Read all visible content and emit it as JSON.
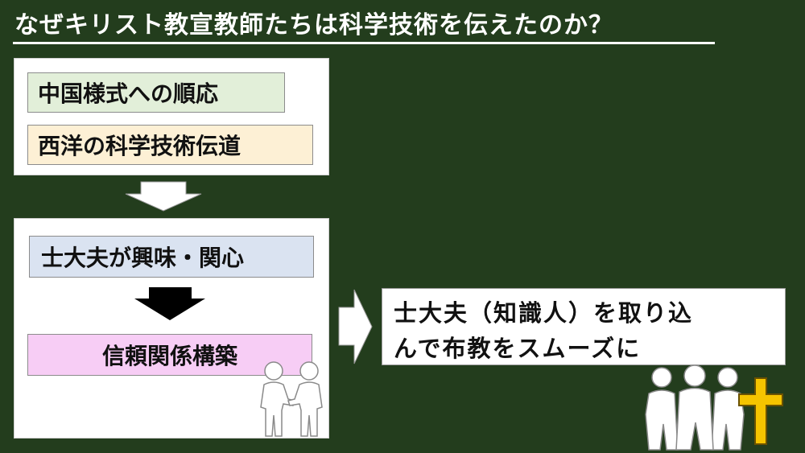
{
  "title": "なぜキリスト教宣教師たちは科学技術を伝えたのか？",
  "panel_top": {
    "item1": "中国様式への順応",
    "item2": "西洋の科学技術伝道"
  },
  "panel_bottom": {
    "item1": "士大夫が興味・関心",
    "item2": "信頼関係構築"
  },
  "result": {
    "line1": "士大夫（知識人）を取り込",
    "line2": "んで布教をスムーズに"
  },
  "colors": {
    "background": "#233d1d",
    "box_green": "#e2efd9",
    "box_peach": "#fdf0d5",
    "box_blue": "#dae3f1",
    "box_pink": "#f7cdf5",
    "cross_gold": "#f5c400"
  }
}
